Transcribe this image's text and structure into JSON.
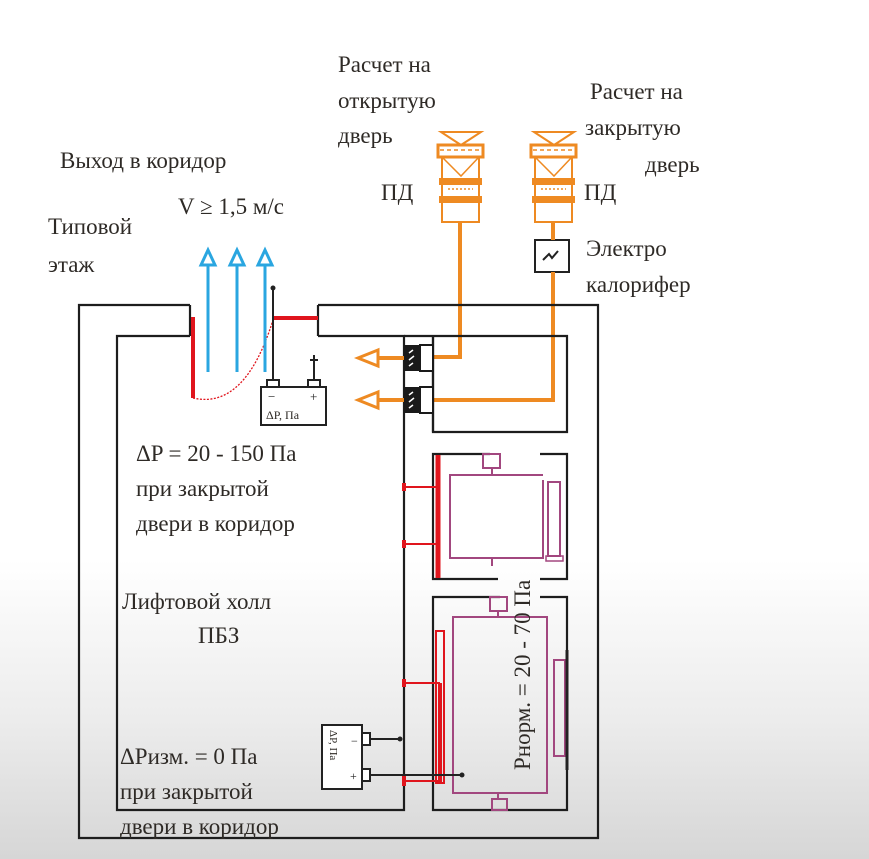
{
  "labels": {
    "open_door_calc": [
      "Расчет на",
      "открытую",
      "дверь"
    ],
    "closed_door_calc": [
      "Расчет на",
      "закрытую",
      "дверь"
    ],
    "pd_left": "ПД",
    "pd_right": "ПД",
    "electric_heater": [
      "Электро",
      "калорифер"
    ],
    "corridor_exit": "Выход в коридор",
    "velocity": "V ≥ 1,5 м/с",
    "typical_floor": [
      "Типовой",
      "этаж"
    ],
    "gauge_top": "ΔP, Па",
    "gauge_top_minus": "−",
    "gauge_top_plus": "+",
    "pressure_range": [
      "ΔP = 20 - 150 Па",
      "при закрытой",
      "двери в коридор"
    ],
    "lift_hall": [
      "Лифтовой холл",
      "ПБЗ"
    ],
    "measured_pressure": [
      "ΔPизм. = 0 Па",
      "при закрытой",
      "двери в коридор"
    ],
    "gauge_bottom": "ΔP, Па",
    "gauge_bottom_minus": "−",
    "gauge_bottom_plus": "+",
    "norm_pressure": "Pнорм. = 20 - 70 Па"
  },
  "colors": {
    "supply_duct": "#ee8a22",
    "door": "#e0151d",
    "airflow": "#2aa6e0",
    "elevator": "#a2477f",
    "wall": "#1d1d1d"
  }
}
